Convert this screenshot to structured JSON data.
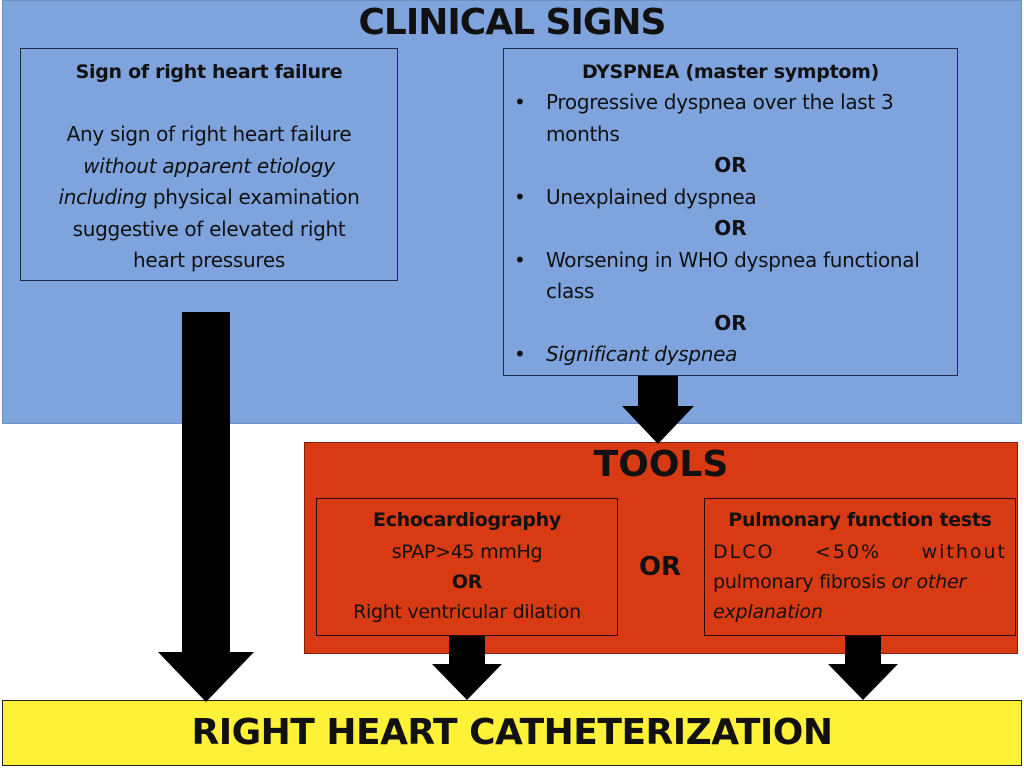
{
  "clinical_signs": {
    "title": "CLINICAL SIGNS",
    "right_heart_box": {
      "title": "Sign of right heart failure",
      "text_1": "Any sign of right heart failure",
      "text_2_italic": "without apparent etiology",
      "text_3_italic": "including",
      "text_3_rest": " physical examination",
      "text_4": "suggestive of elevated right",
      "text_5": "heart pressures"
    },
    "dyspnea_box": {
      "title": "DYSPNEA (master symptom)",
      "bullet": "•",
      "item_1": "Progressive dyspnea over the last 3 months",
      "or_1": "OR",
      "item_2": "Unexplained dyspnea",
      "or_2": "OR",
      "item_3": "Worsening in WHO dyspnea functional class",
      "or_3": "OR",
      "item_4_italic": "Significant dyspnea"
    }
  },
  "tools": {
    "title": "TOOLS",
    "or_label": "OR",
    "echo_box": {
      "title": "Echocardiography",
      "line_1": "sPAP>45 mmHg",
      "line_2": "OR",
      "line_3": "Right ventricular dilation"
    },
    "pft_box": {
      "title": "Pulmonary function tests",
      "line_1": "DLCO <50% without",
      "line_2_plain": "pulmonary fibrosis ",
      "line_2_italic": "or other",
      "line_3_italic": "explanation"
    }
  },
  "outcome": {
    "label": "RIGHT HEART CATHETERIZATION"
  },
  "colors": {
    "clinical_blue": "#7fa3dc",
    "tools_red": "#d83a14",
    "outcome_yellow": "#fdf238",
    "arrow_black": "#000000"
  }
}
